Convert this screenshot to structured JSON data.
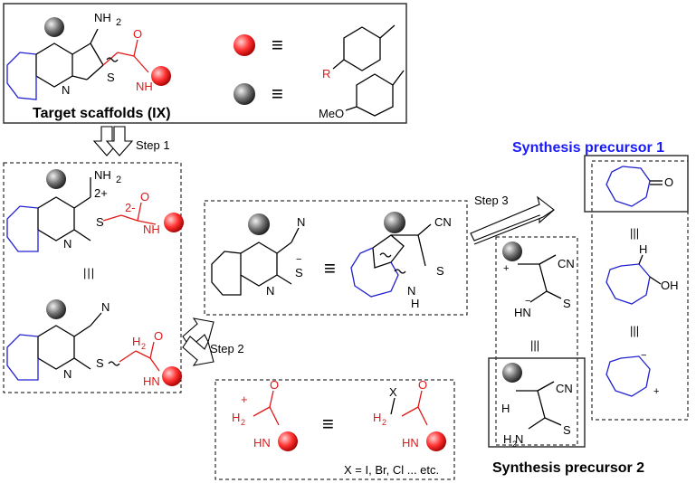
{
  "title_target": "Target scaffolds (IX)",
  "title_precursor1": "Synthesis precursor 1",
  "title_precursor2": "Synthesis precursor 2",
  "steps": {
    "s1": "Step 1",
    "s2": "Step 2",
    "s3": "Step 3"
  },
  "atoms": {
    "nh2": "NH",
    "sub2": "2",
    "n": "N",
    "s": "S",
    "o": "O",
    "nh": "NH",
    "hn": "HN",
    "cn": "CN",
    "r": "R",
    "meo": "MeO",
    "h": "H",
    "oh": "OH",
    "h2": "H",
    "x": "X",
    "h2n": "H N",
    "plus": "+",
    "minus": "−",
    "two_plus": "2+",
    "two_minus": "2-",
    "equiv": "≡",
    "triple_v": "|||"
  },
  "halide_note": "X = I, Br, Cl ... etc.",
  "colors": {
    "blue": "#2020d0",
    "red": "#e01818",
    "title_blue": "#1a1aff"
  }
}
